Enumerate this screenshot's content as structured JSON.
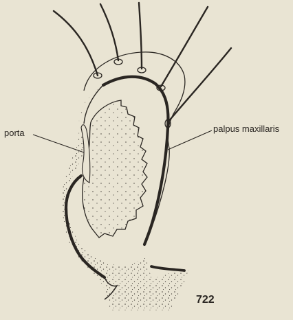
{
  "labels": {
    "porta": "porta",
    "palpus": "palpus maxillaris"
  },
  "figure_number": "722",
  "colors": {
    "paper": "#e9e4d3",
    "ink": "#2a2622",
    "stipple": "#3a3530"
  }
}
